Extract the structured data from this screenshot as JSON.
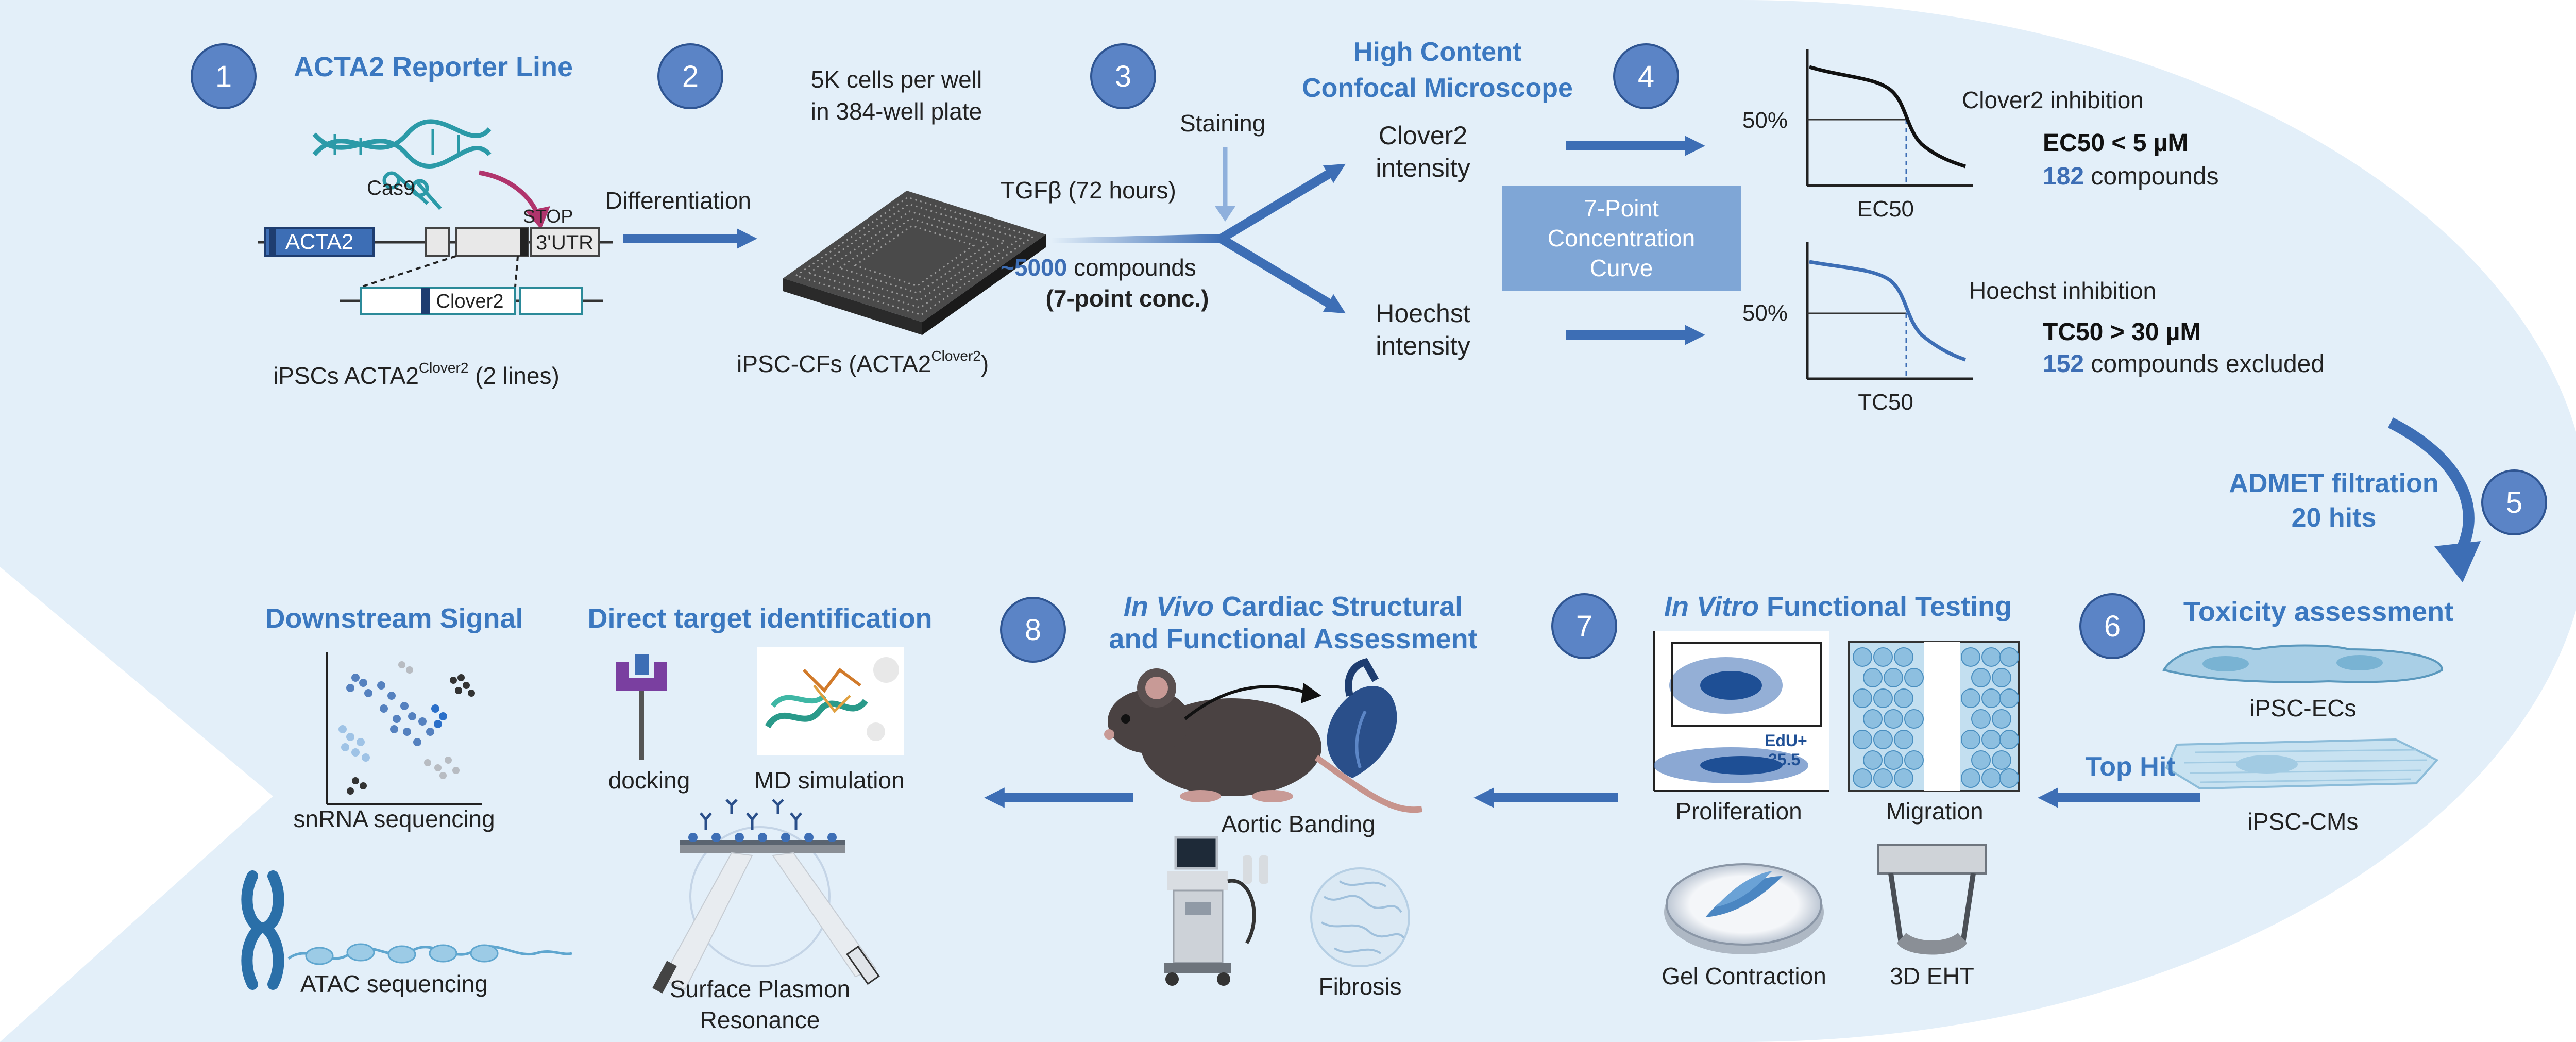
{
  "colors": {
    "band": "#e3eff9",
    "accent": "#3d6eb5",
    "numCircle": "#5b84c6",
    "title": "#3b78c0",
    "text": "#222222",
    "box": "#7fa6d6"
  },
  "steps": [
    {
      "num": "1",
      "title": "ACTA2 Reporter Line"
    },
    {
      "num": "2"
    },
    {
      "num": "3"
    },
    {
      "num": "4"
    },
    {
      "num": "5"
    },
    {
      "num": "6",
      "title": "Toxicity assessment"
    },
    {
      "num": "7",
      "title_em": "In Vitro",
      "title_rest": " Functional Testing"
    },
    {
      "num": "8",
      "title_em": "In Vivo",
      "title_rest": " Cardiac Structural",
      "title_line2": "and Functional Assessment"
    }
  ],
  "reporter": {
    "cas9": "Cas9",
    "acta2": "ACTA2",
    "stop": "STOP",
    "utr": "3'UTR",
    "clover2": "Clover2",
    "caption_main": "iPSCs ACTA2",
    "caption_sup": "Clover2",
    "caption_tail": " (2 lines)"
  },
  "differentiation": "Differentiation",
  "plate": {
    "line1": "5K cells per well",
    "line2": "in 384-well plate",
    "caption_main": "iPSC-CFs (ACTA2",
    "caption_sup": "Clover2",
    "caption_tail": ")"
  },
  "screen": {
    "tgfb": "TGFβ (72 hours)",
    "staining": "Staining",
    "compounds_num": "~5000",
    "compounds_rest": " compounds",
    "conc": "(7-point conc.)",
    "microscope_line1": "High Content",
    "microscope_line2": "Confocal Microscope",
    "clover_line1": "Clover2",
    "clover_line2": "intensity",
    "hoechst_line1": "Hoechst",
    "hoechst_line2": "intensity",
    "curve_box_line1": "7-Point",
    "curve_box_line2": "Concentration",
    "curve_box_line3": "Curve"
  },
  "curves": {
    "top": {
      "pct": "50%",
      "xlabel": "EC50",
      "name": "Clover2 inhibition",
      "stat": "EC50 < 5 µM",
      "count_num": "182",
      "count_rest": " compounds"
    },
    "bottom": {
      "pct": "50%",
      "xlabel": "TC50",
      "name": "Hoechst inhibition",
      "stat": "TC50 > 30 µM",
      "count_num": "152",
      "count_rest": " compounds excluded"
    }
  },
  "admet": {
    "line1": "ADMET filtration",
    "line2": "20 hits"
  },
  "tox": {
    "ecs": "iPSC-ECs",
    "cms": "iPSC-CMs",
    "top_hit": "Top Hit"
  },
  "vitro": {
    "edu": "EdU+",
    "edu_val": "35.5",
    "proliferation": "Proliferation",
    "migration": "Migration",
    "gel": "Gel Contraction",
    "eht": "3D EHT"
  },
  "vivo": {
    "banding": "Aortic Banding",
    "fibrosis": "Fibrosis"
  },
  "target": {
    "title": "Direct target identification",
    "docking": "docking",
    "md": "MD simulation",
    "spr_line1": "Surface Plasmon",
    "spr_line2": "Resonance"
  },
  "downstream": {
    "title": "Downstream Signal",
    "snrna": "snRNA sequencing",
    "atac": "ATAC sequencing"
  }
}
